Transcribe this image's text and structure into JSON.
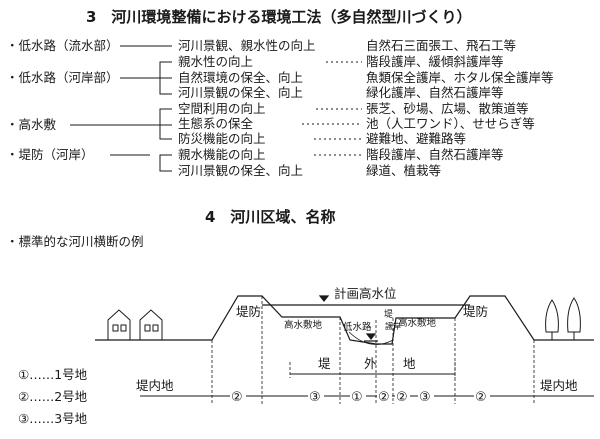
{
  "section3": {
    "title": "3　河川環境整備における環境工法（多自然型川づくり）",
    "groups": [
      {
        "label": "・低水路（流水部）",
        "items": [
          {
            "goal": "河川景観、親水性の向上",
            "method": "自然石三面張工、飛石工等"
          }
        ]
      },
      {
        "label": "・低水路（河岸部）",
        "items": [
          {
            "goal": "親水性の向上",
            "method": "階段護岸、緩傾斜護岸等"
          },
          {
            "goal": "自然環境の保全、向上",
            "method": "魚類保全護岸、ホタル保全護岸等"
          },
          {
            "goal": "河川景観の保全、向上",
            "method": "緑化護岸、自然石護岸等"
          }
        ]
      },
      {
        "label": "・高水敷",
        "items": [
          {
            "goal": "空間利用の向上",
            "method": "張芝、砂場、広場、散策道等"
          },
          {
            "goal": "生態系の保全",
            "method": "池（人工ワンド）、せせらぎ等"
          },
          {
            "goal": "防災機能の向上",
            "method": "避難地、避難路等"
          }
        ]
      },
      {
        "label": "・堤防（河岸）",
        "items": [
          {
            "goal": "親水機能の向上",
            "method": "階段護岸、自然石護岸等"
          },
          {
            "goal": "河川景観の保全、向上",
            "method": "緑道、植栽等"
          }
        ]
      }
    ]
  },
  "section4": {
    "title": "4　河川区域、名称",
    "subtitle": "・標準的な河川横断の例"
  },
  "diagram": {
    "water_level": "計画高水位",
    "levee_left": "堤防",
    "levee_right": "堤防",
    "high_water_left": "高水敷地",
    "high_water_right": "高水敷地",
    "low_water": "低水路",
    "bank_left": "堤",
    "bank_right": "護岸",
    "outside_chars": [
      "堤",
      "外",
      "地"
    ],
    "inland_left": "堤内地",
    "inland_right": "堤内地",
    "zone_markers": [
      "②",
      "③",
      "①",
      "②",
      "②",
      "③",
      "②"
    ]
  },
  "legend": [
    {
      "symbol": "①",
      "text": "1号地"
    },
    {
      "symbol": "②",
      "text": "2号地"
    },
    {
      "symbol": "③",
      "text": "3号地"
    }
  ]
}
